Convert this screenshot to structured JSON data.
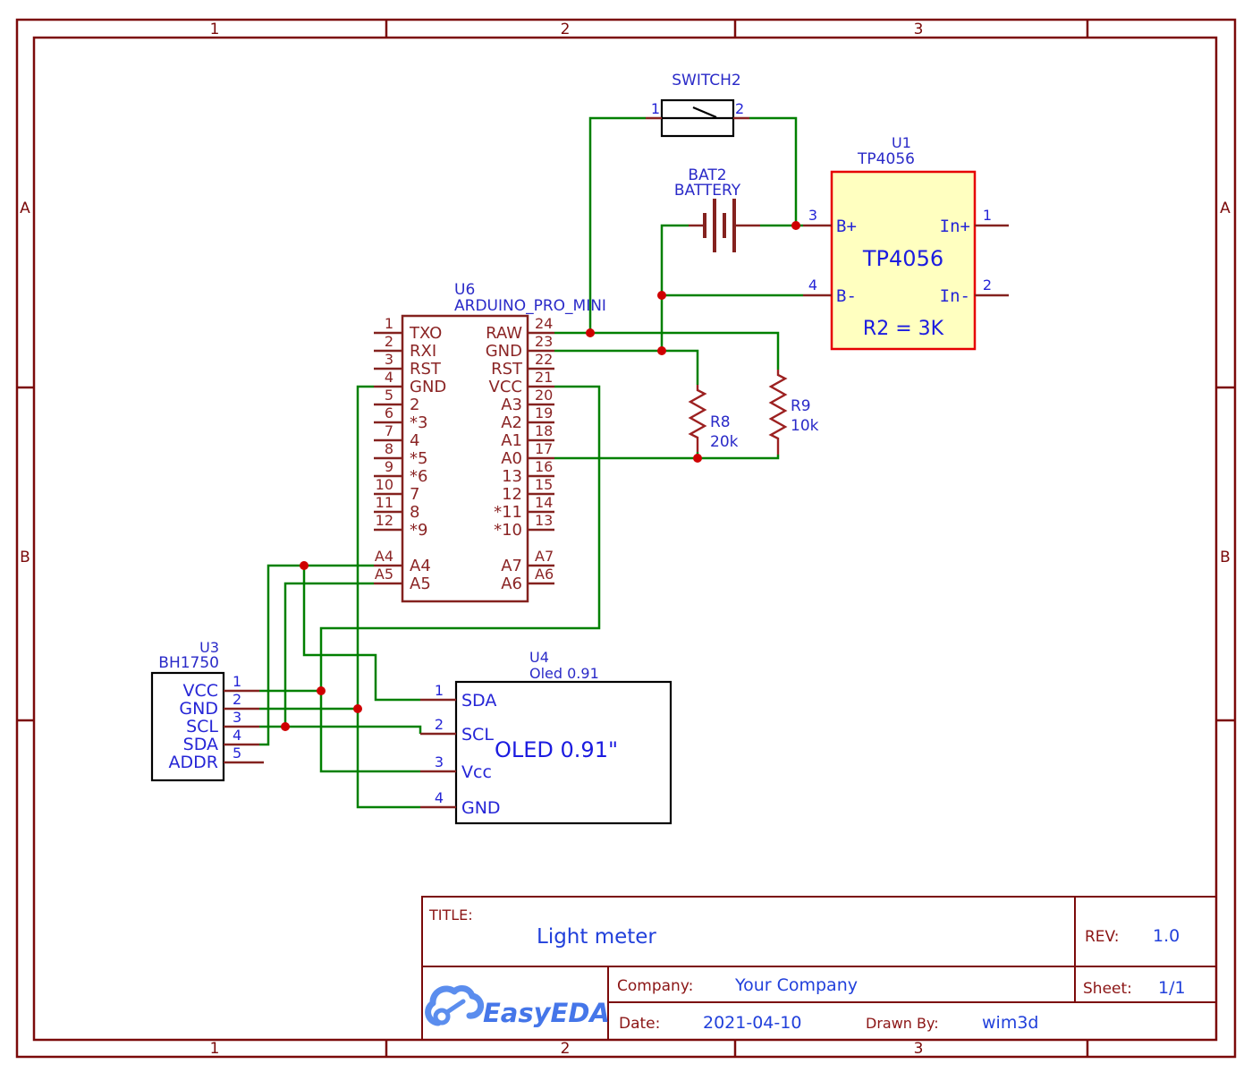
{
  "frame": {
    "top": [
      "1",
      "2",
      "3"
    ],
    "bottom": [
      "1",
      "2",
      "3"
    ],
    "left": [
      "A",
      "B"
    ],
    "right": [
      "A",
      "B"
    ]
  },
  "titleblock": {
    "title_label": "TITLE:",
    "title": "Light meter",
    "rev_label": "REV:",
    "rev_value": "1.0",
    "sheet_label": "Sheet:",
    "sheet_value": "1/1",
    "company_label": "Company:",
    "company_value": "Your Company",
    "date_label": "Date:",
    "date_value": "2021-04-10",
    "drawnby_label": "Drawn By:",
    "drawnby_value": "wim3d",
    "logo_text": "EasyEDA"
  },
  "sw": {
    "ref": "SWITCH2",
    "pin1": "1",
    "pin2": "2"
  },
  "bat": {
    "ref": "BAT2",
    "name": "BATTERY"
  },
  "u1": {
    "ref": "U1",
    "name": "TP4056",
    "big": "TP4056",
    "note": "R2 = 3K",
    "n3": "3",
    "n4": "4",
    "n1": "1",
    "n2": "2",
    "b_plus": "B+",
    "b_minus": "B-",
    "in_plus": "In+",
    "in_minus": "In-"
  },
  "u6": {
    "ref": "U6",
    "name": "ARDUINO_PRO_MINI",
    "left": [
      {
        "n": "1",
        "p": "TXO"
      },
      {
        "n": "2",
        "p": "RXI"
      },
      {
        "n": "3",
        "p": "RST"
      },
      {
        "n": "4",
        "p": "GND"
      },
      {
        "n": "5",
        "p": "2"
      },
      {
        "n": "6",
        "p": "*3"
      },
      {
        "n": "7",
        "p": "4"
      },
      {
        "n": "8",
        "p": "*5"
      },
      {
        "n": "9",
        "p": "*6"
      },
      {
        "n": "10",
        "p": "7"
      },
      {
        "n": "11",
        "p": "8"
      },
      {
        "n": "12",
        "p": "*9"
      },
      {
        "n": "A4",
        "p": "A4"
      },
      {
        "n": "A5",
        "p": "A5"
      }
    ],
    "right": [
      {
        "n": "24",
        "p": "RAW"
      },
      {
        "n": "23",
        "p": "GND"
      },
      {
        "n": "22",
        "p": "RST"
      },
      {
        "n": "21",
        "p": "VCC"
      },
      {
        "n": "20",
        "p": "A3"
      },
      {
        "n": "19",
        "p": "A2"
      },
      {
        "n": "18",
        "p": "A1"
      },
      {
        "n": "17",
        "p": "A0"
      },
      {
        "n": "16",
        "p": "13"
      },
      {
        "n": "15",
        "p": "12"
      },
      {
        "n": "14",
        "p": "*11"
      },
      {
        "n": "13",
        "p": "*10"
      },
      {
        "n": "A7",
        "p": "A7"
      },
      {
        "n": "A6",
        "p": "A6"
      }
    ]
  },
  "r8": {
    "ref": "R8",
    "val": "20k"
  },
  "r9": {
    "ref": "R9",
    "val": "10k"
  },
  "u3": {
    "ref": "U3",
    "name": "BH1750",
    "pins": [
      {
        "n": "1",
        "p": "VCC"
      },
      {
        "n": "2",
        "p": "GND"
      },
      {
        "n": "3",
        "p": "SCL"
      },
      {
        "n": "4",
        "p": "SDA"
      },
      {
        "n": "5",
        "p": "ADDR"
      }
    ]
  },
  "u4": {
    "ref": "U4",
    "name": "Oled 0.91",
    "big": "OLED 0.91\"",
    "pins": [
      {
        "n": "1",
        "p": "SDA"
      },
      {
        "n": "2",
        "p": "SCL"
      },
      {
        "n": "3",
        "p": "Vcc"
      },
      {
        "n": "4",
        "p": "GND"
      }
    ]
  },
  "colors": {
    "wire_green": "#008000",
    "junction_red": "#cf0000",
    "symbol_maroon": "#84221f",
    "frame_maroon": "#7b0a0a",
    "schematic_blue": "#2525d6",
    "ic_fill_yellow": "#ffffc0",
    "ic_border_red": "#e60000",
    "logo_blue": "#5b8dee"
  }
}
